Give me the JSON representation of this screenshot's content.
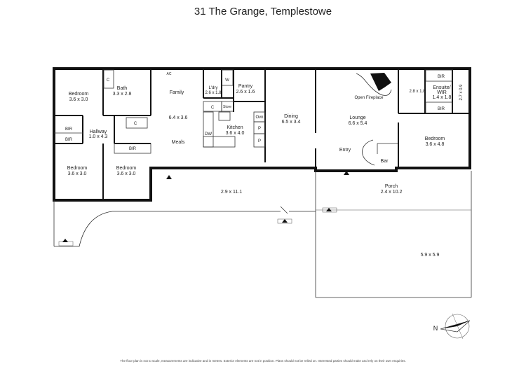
{
  "title": "31 The Grange, Templestowe",
  "rooms": {
    "bedroom1": {
      "name": "Bedroom",
      "size": "3.6 x 3.0"
    },
    "bath": {
      "name": "Bath",
      "size": "3.3 x 2.8"
    },
    "family": {
      "name": "Family",
      "size": "6.4 x 3.6"
    },
    "ldry": {
      "name": "L'dry",
      "size": "2.6 x 1.8"
    },
    "pantry": {
      "name": "Pantry",
      "size": "2.6 x 1.6"
    },
    "dining": {
      "name": "Dining",
      "size": "6.5 x 3.4"
    },
    "lounge": {
      "name": "Lounge",
      "size": "6.6 x 5.4"
    },
    "ensuite": {
      "name": "Ensuite/",
      "name2": "WIR",
      "size": "1.4 x 1.8"
    },
    "hallway": {
      "name": "Hallway",
      "size": "1.0 x 4.3"
    },
    "kitchen": {
      "name": "Kitchen",
      "size": "3.6 x 4.0"
    },
    "meals": {
      "name": "Meals"
    },
    "bedroom2": {
      "name": "Bedroom",
      "size": "3.6 x 3.0"
    },
    "bedroom3": {
      "name": "Bedroom",
      "size": "3.6 x 3.0"
    },
    "bedroom4": {
      "name": "Bedroom",
      "size": "3.6 x 4.8"
    },
    "entry": {
      "name": "Entry"
    },
    "bar": {
      "name": "Bar"
    },
    "store": {
      "name": "Store"
    },
    "room_small": {
      "size": "2.8 x 1.8"
    },
    "side_room": {
      "size": "2.7 x 0.9"
    },
    "alfresco": {
      "size": "2.9 x 11.1"
    },
    "porch": {
      "name": "Porch",
      "size": "2.4 x 10.2"
    },
    "carport": {
      "size": "5.9 x 5.9"
    }
  },
  "tags": {
    "bir": "BIR",
    "c": "C",
    "w": "W",
    "dw": "DW",
    "ovn": "Ovn",
    "p": "P",
    "ac": "AC",
    "fireplace": "Open Fireplace"
  },
  "compass": {
    "north": "N"
  },
  "disclaimer": "The floor plan is not to scale, measurements are indicative and in metres. Exterior elements are not in position. Plans should not be relied on. Interested parties should make and rely on their own enquiries.",
  "colors": {
    "wall": "#111111",
    "line": "#333333",
    "background": "#ffffff"
  }
}
